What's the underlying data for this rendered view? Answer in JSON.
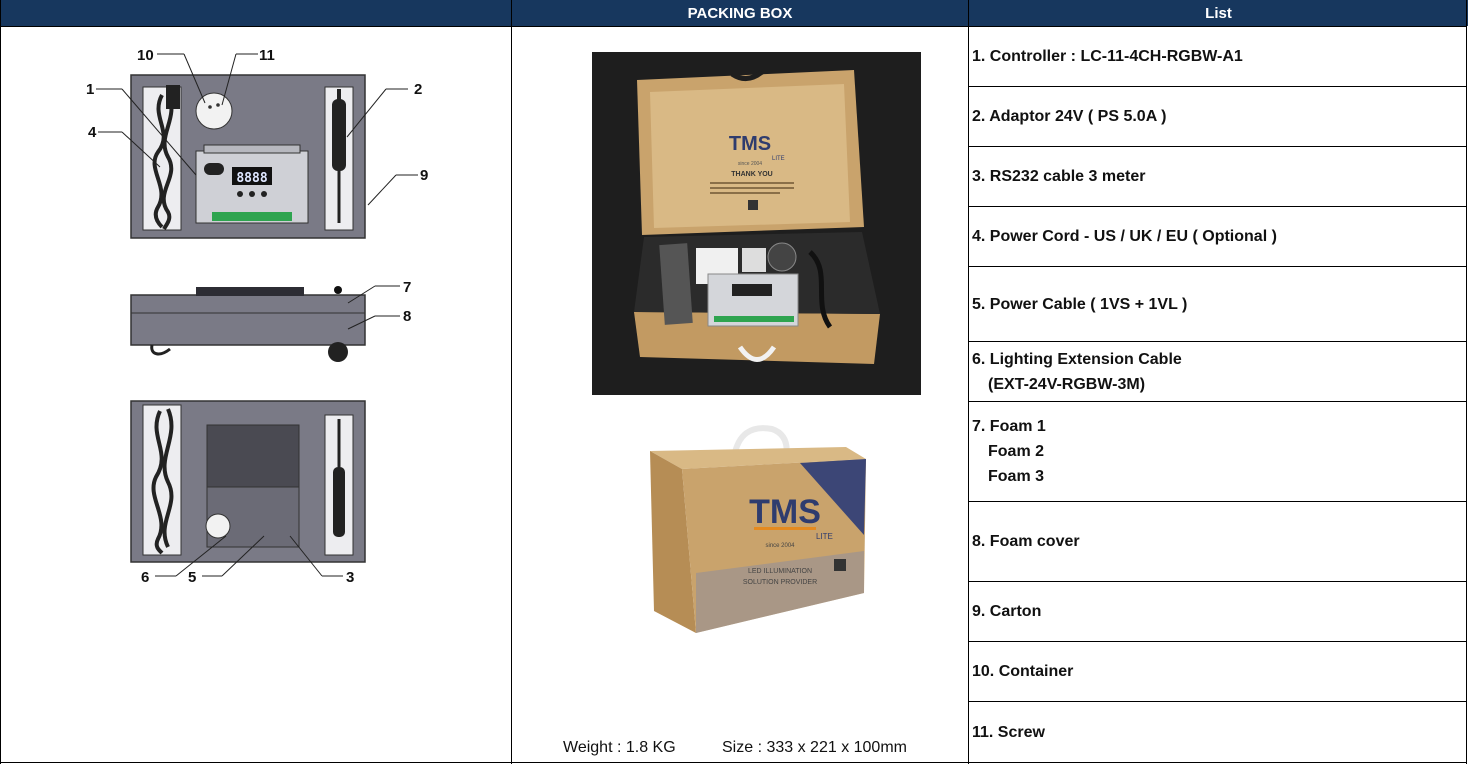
{
  "headers": {
    "drawing": "",
    "packing_box": "PACKING BOX",
    "list": "List"
  },
  "drawing": {
    "callouts": [
      "1",
      "2",
      "3",
      "4",
      "5",
      "6",
      "7",
      "8",
      "9",
      "10",
      "11"
    ],
    "controller_display": "8888"
  },
  "photos": {
    "open_box_brand": "TMS",
    "open_box_brand_sub": "LITE",
    "open_box_since": "since 2004",
    "open_box_thanks": "THANK YOU",
    "closed_box_brand": "TMS",
    "closed_box_brand_sub": "LITE",
    "closed_box_since": "since 2004",
    "closed_box_slogan_1": "LED ILLUMINATION",
    "closed_box_slogan_2": "SOLUTION PROVIDER"
  },
  "footer": {
    "weight": "Weight : 1.8 KG",
    "size": "Size : 333 x 221 x 100mm"
  },
  "list": {
    "item1": "1. Controller : LC-11-4CH-RGBW-A1",
    "item2": "2. Adaptor  24V ( PS 5.0A )",
    "item3": "3. RS232 cable 3 meter",
    "item4": "4. Power Cord - US / UK / EU ( Optional )",
    "item5": "5. Power Cable ( 1VS + 1VL )",
    "item6_line1": "6. Lighting Extension Cable",
    "item6_line2": "(EXT-24V-RGBW-3M)",
    "item7_line1": "7. Foam 1",
    "item7_line2": "Foam 2",
    "item7_line3": "Foam 3",
    "item8": "8. Foam cover",
    "item9": "9. Carton",
    "item10": "10. Container",
    "item11": "11. Screw"
  },
  "colors": {
    "header_bg": "#17375e",
    "drawing_fill": "#7a7a86",
    "drawing_dark": "#3a3a42",
    "photo_bg": "#1e1e1e",
    "cardboard": "#c9a36c",
    "cardboard_light": "#d9b985",
    "brand_blue": "#2f3c6e",
    "brand_orange": "#e58a1f"
  }
}
